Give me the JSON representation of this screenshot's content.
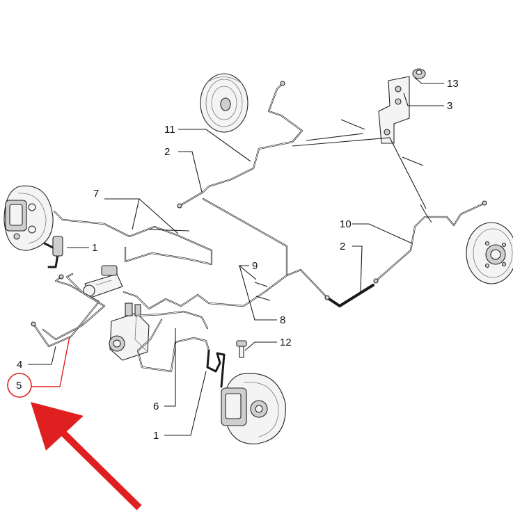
{
  "callouts": {
    "c1a": "1",
    "c1b": "1",
    "c2a": "2",
    "c2b": "2",
    "c3": "3",
    "c4": "4",
    "c5": "5",
    "c6": "6",
    "c7": "7",
    "c8": "8",
    "c9": "9",
    "c10": "10",
    "c11": "11",
    "c12": "12",
    "c13": "13"
  },
  "colors": {
    "highlight": "#e02020",
    "line": "#1a1a1a",
    "background": "#ffffff"
  },
  "highlighted_part": "5"
}
